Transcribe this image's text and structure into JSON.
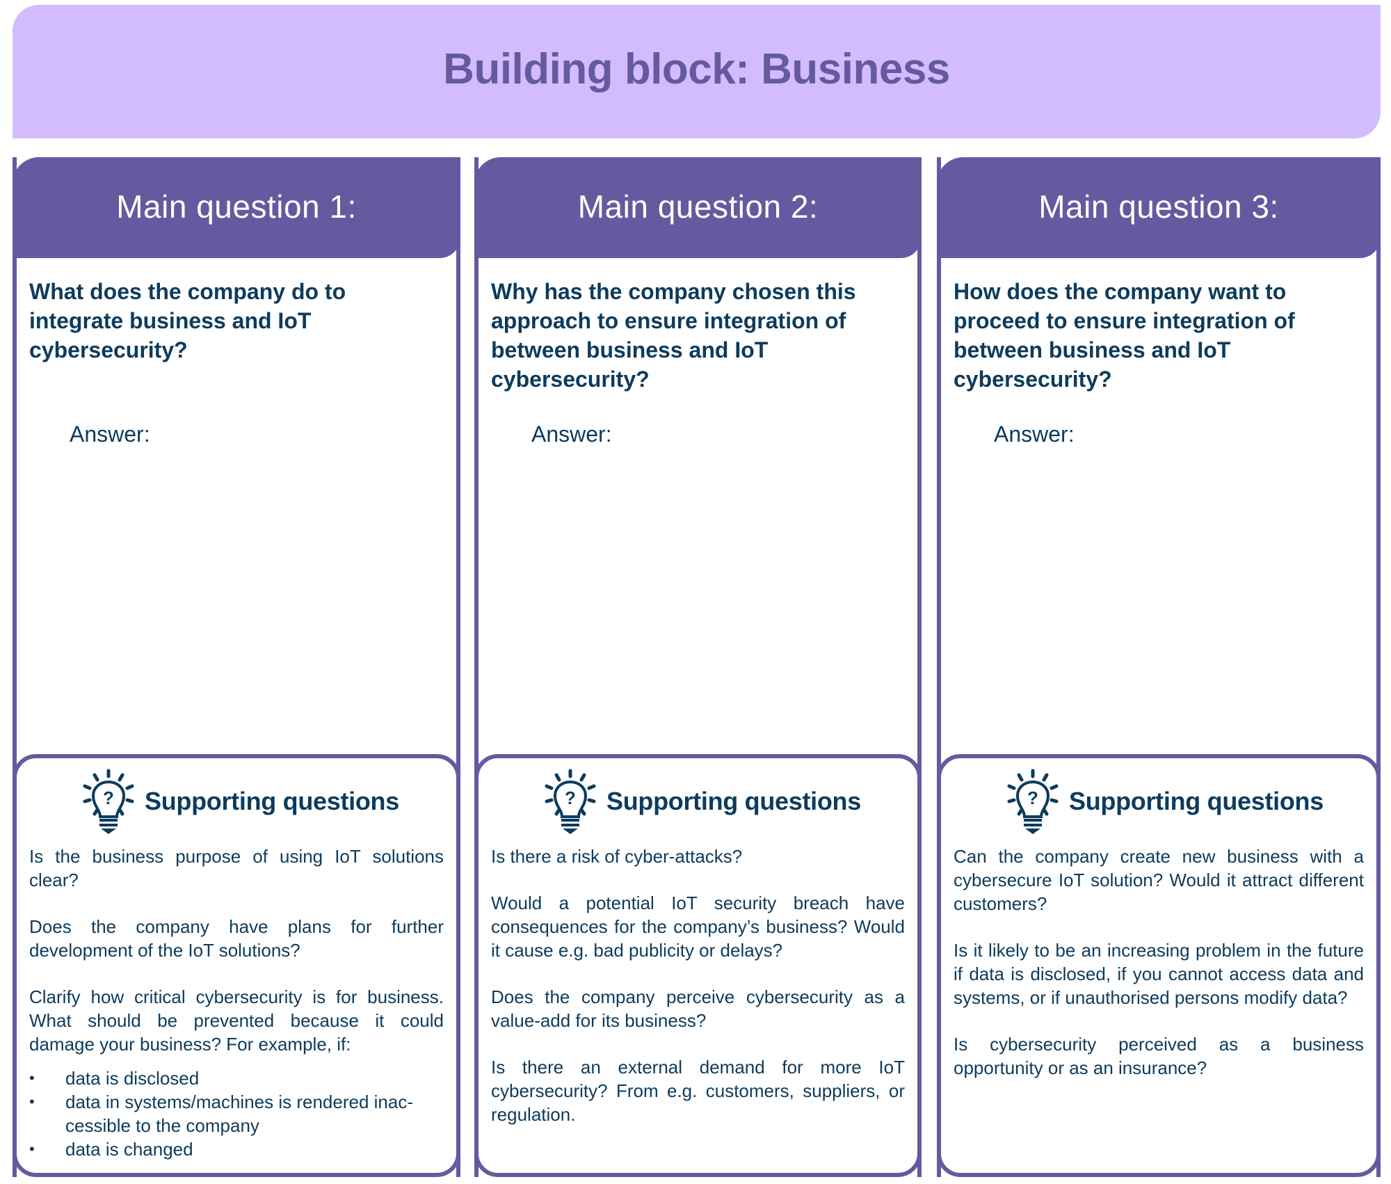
{
  "title": "Building block: Business",
  "colors": {
    "banner_bg": "#d3bcfd",
    "accent_purple": "#645a9f",
    "text_navy": "#0d3b5c",
    "header_text": "#ffffff"
  },
  "answer_label": "Answer:",
  "supporting_heading": "Supporting questions",
  "icons": {
    "supporting": "lightbulb-question-icon"
  },
  "cards": [
    {
      "header": "Main question 1:",
      "question": "What does the company do to integrate business and IoT cybersecurity?",
      "answer_value": "",
      "supporting": {
        "paragraphs": [
          "Is the business purpose of using IoT solutions clear?",
          "Does the company have plans for further development of the IoT solutions?",
          "Clarify how critical cybersecurity is for business. What should be prevented because it could damage your business? For example, if:"
        ],
        "bullets": [
          "data is disclosed",
          "data in systems/machines is rendered inac-cessible to the company",
          "data is changed"
        ]
      }
    },
    {
      "header": "Main question 2:",
      "question": "Why has the company chosen this approach to ensure integration of between business and IoT cybersecurity?",
      "answer_value": "",
      "supporting": {
        "paragraphs": [
          "Is there a risk of cyber-attacks?",
          "Would a potential IoT security breach have consequences for the company’s business? Would it cause e.g. bad publicity or delays?",
          "Does the company perceive cybersecurity as a value-add for its business?",
          "Is there an external demand for more IoT cybersecurity? From e.g. customers, suppliers, or regulation."
        ],
        "bullets": []
      }
    },
    {
      "header": "Main question 3:",
      "question": "How does the company want to proceed to ensure integration of between business and IoT cybersecurity?",
      "answer_value": "",
      "supporting": {
        "paragraphs": [
          "Can the company create new business with a cybersecure IoT solution? Would it attract different customers?",
          "Is it likely to be an increasing problem in the future if data is disclosed, if you cannot access data and systems, or if unauthorised persons modify data?",
          "Is cybersecurity perceived as a business opportunity or as an insurance?"
        ],
        "bullets": []
      }
    }
  ]
}
